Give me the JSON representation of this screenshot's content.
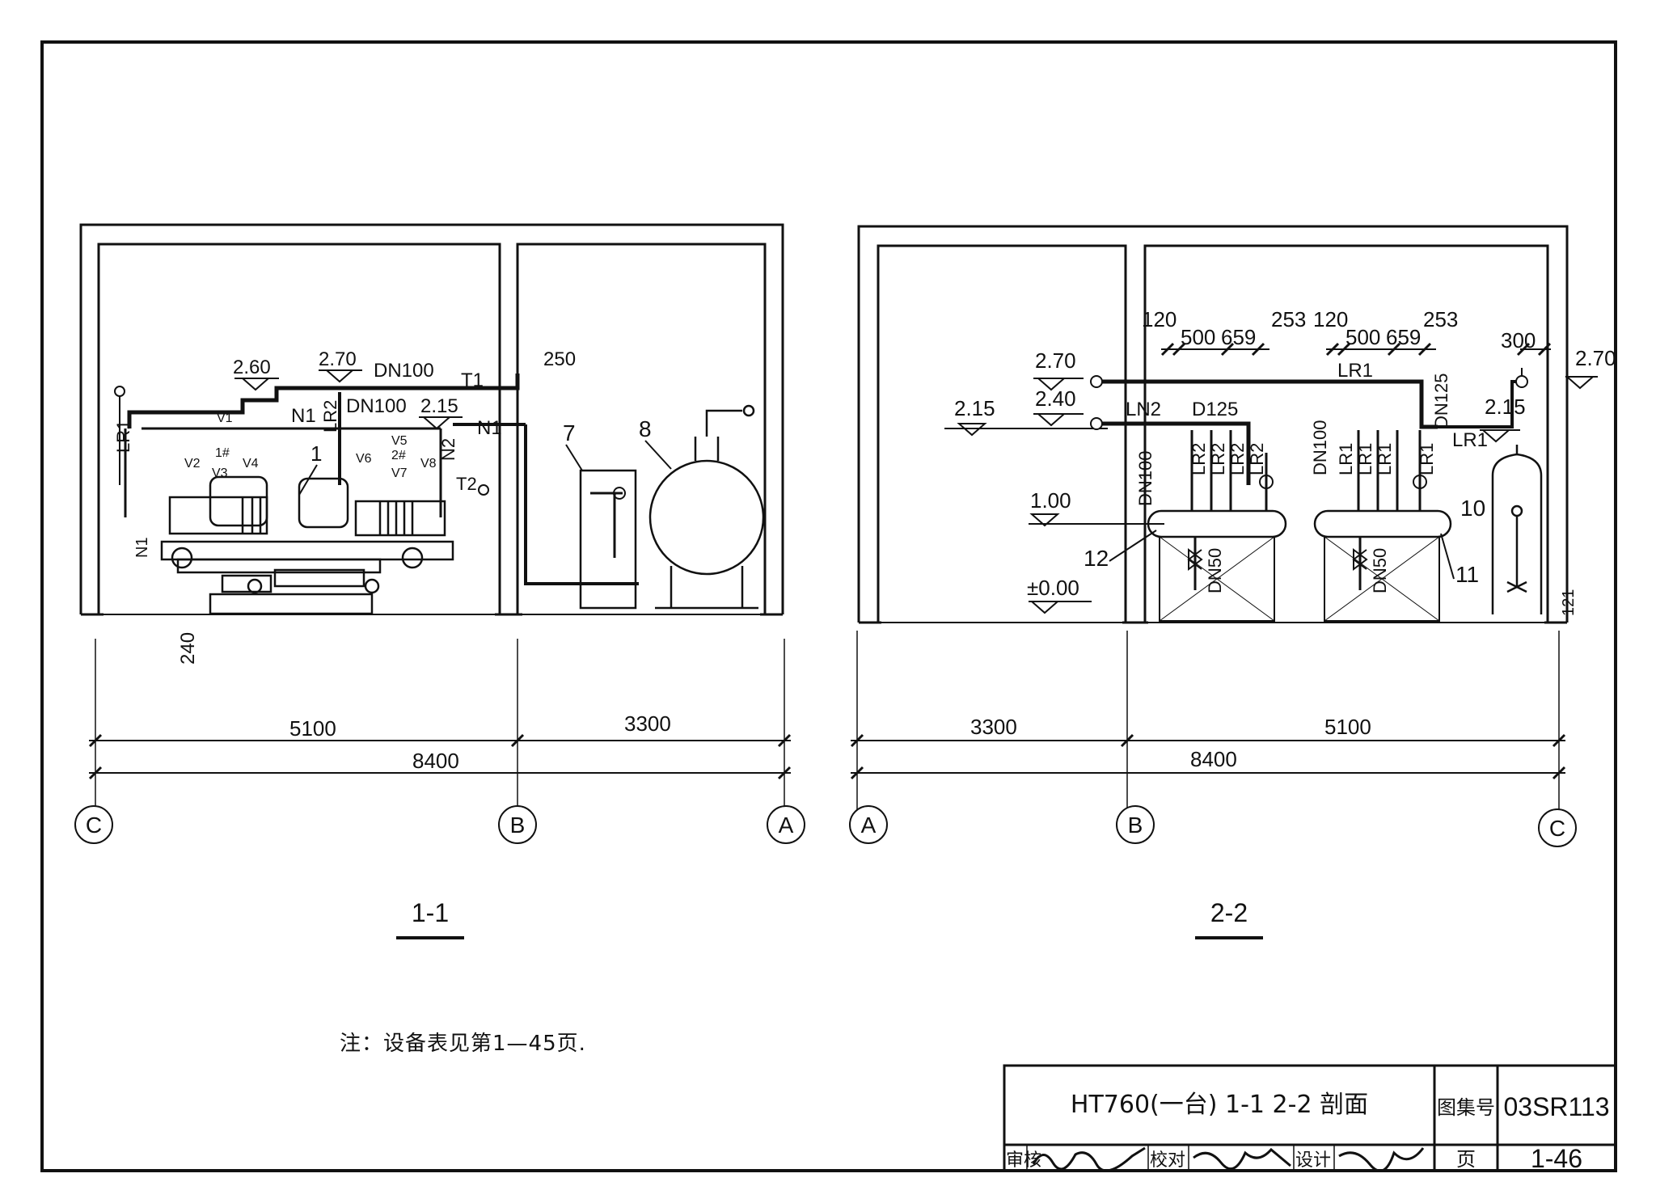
{
  "note": "注：设备表见第1—45页.",
  "section_1": {
    "title": "1-1",
    "axes": [
      "C",
      "B",
      "A"
    ],
    "dims": {
      "left": "5100",
      "right": "3300",
      "total": "8400",
      "side": "240"
    },
    "elevations": [
      "2.60",
      "2.70",
      "2.15"
    ],
    "pipe_labels": [
      "DN100",
      "DN100",
      "T1",
      "250",
      "N1",
      "N1",
      "LR1",
      "LR2",
      "N2",
      "T2",
      "N1"
    ],
    "valve_labels": [
      "V1",
      "V2",
      "V3",
      "V4",
      "V5",
      "V6",
      "V7",
      "V8",
      "1#",
      "2#"
    ],
    "callouts": [
      "1",
      "7",
      "8"
    ]
  },
  "section_2": {
    "title": "2-2",
    "axes": [
      "A",
      "B",
      "C"
    ],
    "dims": {
      "left": "3300",
      "right": "5100",
      "total": "8400",
      "side": "121"
    },
    "elevations": [
      "2.70",
      "2.40",
      "2.15",
      "1.00",
      "±0.00",
      "2.15",
      "2.70"
    ],
    "top_dims": [
      "120",
      "500",
      "659",
      "253",
      "120",
      "500",
      "659",
      "253",
      "300"
    ],
    "pipe_labels": [
      "LN2",
      "D125",
      "DN100",
      "LR2",
      "LR2",
      "LR2",
      "LR2",
      "DN100",
      "LR1",
      "LR1",
      "LR1",
      "LR1",
      "DN125",
      "LR1",
      "LR1",
      "DN50",
      "DN50"
    ],
    "callouts": [
      "10",
      "11",
      "12"
    ]
  },
  "title_block": {
    "drawing_title": "HT760(一台) 1-1 2-2 剖面",
    "atlas_label": "图集号",
    "atlas_no": "03SR113",
    "review_label": "审核",
    "check_label": "校对",
    "design_label": "设计",
    "page_label": "页",
    "page_no": "1-46"
  },
  "colors": {
    "ink": "#111111",
    "paper": "#ffffff"
  }
}
